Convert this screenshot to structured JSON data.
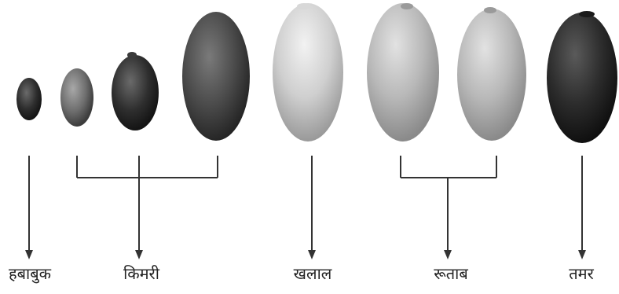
{
  "title": "",
  "stages": [
    {
      "id": "habababuk",
      "label": "हबाबुक"
    },
    {
      "id": "kimri",
      "label": "किमरी"
    },
    {
      "id": "khalal",
      "label": "खलाल"
    },
    {
      "id": "rutab",
      "label": "रूताब"
    },
    {
      "id": "tamar",
      "label": "तमर"
    }
  ],
  "fruits": [
    {
      "stage": "habababuk",
      "shade": "#3a3a3a"
    },
    {
      "stage": "kimri",
      "shade": "#7a7a7a"
    },
    {
      "stage": "kimri",
      "shade": "#2e2e2e"
    },
    {
      "stage": "kimri",
      "shade": "#4a4a4a"
    },
    {
      "stage": "khalal",
      "shade": "#c9c9c9"
    },
    {
      "stage": "rutab",
      "shade": "#b4b4b4"
    },
    {
      "stage": "rutab",
      "shade": "#a8a8a8"
    },
    {
      "stage": "tamar",
      "shade": "#2a2a2a"
    }
  ],
  "colors": {
    "line": "#333333",
    "text": "#222222",
    "background": "#ffffff"
  }
}
